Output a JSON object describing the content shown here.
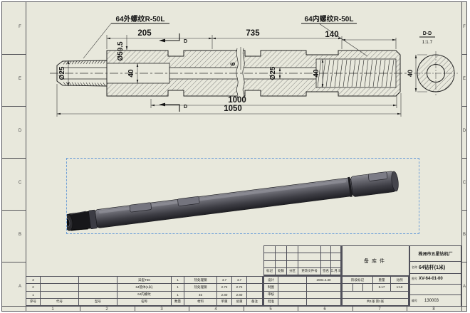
{
  "sheet": {
    "zones": {
      "row_letters": [
        "F",
        "E",
        "D",
        "C",
        "B",
        "A"
      ],
      "col_numbers": [
        "1",
        "2",
        "3",
        "4",
        "5",
        "6",
        "7",
        "8"
      ]
    }
  },
  "drawing": {
    "thread_labels": {
      "external": "64外螺纹R-50L",
      "internal": "64内螺纹R-50L"
    },
    "dims": {
      "len_205": "205",
      "len_735": "735",
      "len_140": "140",
      "len_1000": "1000",
      "len_1050": "1050",
      "dia_25_left": "Ø25",
      "dia_59_5": "Ø59.5",
      "bore_40_left": "40",
      "dia_25_mid": "Ø25",
      "bore_40_right": "40",
      "wall_6": "6"
    },
    "cut_label": "D",
    "section": {
      "title": "D-D",
      "scale": "1:1.7",
      "dia_40": "40"
    }
  },
  "bom": {
    "headers": [
      "序号",
      "代号",
      "型号",
      "名称",
      "数量",
      "材料",
      "单重",
      "总重",
      "备注"
    ],
    "rows": [
      {
        "no": "3",
        "code": "",
        "model": "",
        "name": "异型T50",
        "qty": "1",
        "material": "热处理钢",
        "unit_w": "4.7",
        "total_w": "4.7",
        "note": ""
      },
      {
        "no": "2",
        "code": "",
        "model": "",
        "name": "64管体(1米)",
        "qty": "1",
        "material": "热处理钢",
        "unit_w": "2.72",
        "total_w": "2.72",
        "note": ""
      },
      {
        "no": "1",
        "code": "",
        "model": "",
        "name": "64内螺纹",
        "qty": "1",
        "material": "45",
        "unit_w": "2.80",
        "total_w": "2.80",
        "note": ""
      }
    ]
  },
  "title_block": {
    "rev_headers": [
      "标记",
      "处数",
      "分区",
      "更改文件号",
      "签名",
      "年.月.日"
    ],
    "sig_rows": [
      {
        "label": "设计",
        "date": "2004.4.30"
      },
      {
        "label": "制图",
        "date": ""
      },
      {
        "label": "审核",
        "date": ""
      },
      {
        "label": "批准",
        "date": ""
      }
    ],
    "stage_label": "阶段标记",
    "weight_label": "重量",
    "scale_label": "比例",
    "weight_value": "8.17",
    "scale_value": "1:10",
    "sheet_info": "共1张 第1张",
    "stock_label": "备库件",
    "company": "株洲市五星钻机厂",
    "name_label": "名称",
    "part_name": "64钻杆(1米)",
    "dwg_label": "图号",
    "drawing_no": "XV-64-01-00",
    "code_label": "编号",
    "code": "130003"
  }
}
